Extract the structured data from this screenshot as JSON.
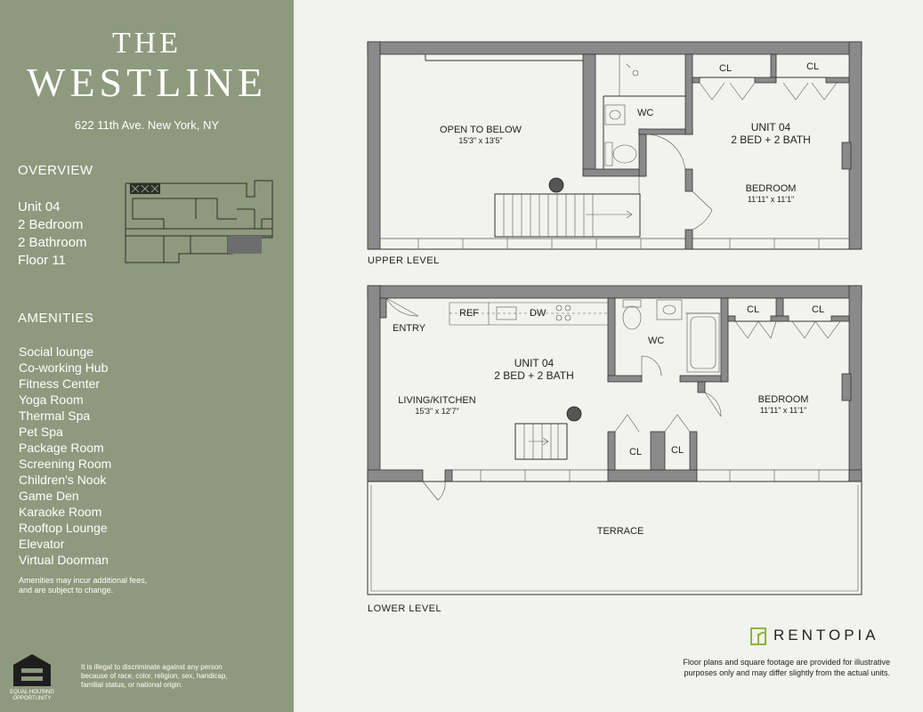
{
  "brand": {
    "the": "THE",
    "name": "WESTLINE",
    "address": "622 11th Ave. New York, NY"
  },
  "overview": {
    "title": "OVERVIEW",
    "lines": [
      "Unit 04",
      "2 Bedroom",
      "2 Bathroom",
      "Floor 11"
    ]
  },
  "amenities": {
    "title": "AMENITIES",
    "items": [
      "Social lounge",
      "Co-working Hub",
      "Fitness Center",
      "Yoga Room",
      "Thermal Spa",
      "Pet Spa",
      "Package Room",
      "Screening Room",
      "Children's Nook",
      "Game Den",
      "Karaoke Room",
      "Rooftop Lounge",
      "Elevator",
      "Virtual Doorman"
    ],
    "note": [
      "Amenities may incur additional fees,",
      "and are subject to change."
    ]
  },
  "equal_housing": {
    "caption": [
      "EQUAL HOUSING",
      "OPPORTUNITY"
    ],
    "legal": "It is illegal to discriminate against any person because of race, color, religion, sex, handicap, familial status, or national origin."
  },
  "upper_level": {
    "label": "UPPER LEVEL",
    "open_to_below": {
      "name": "OPEN TO BELOW",
      "dim": "15'3\" x 13'5\""
    },
    "wc": "WC",
    "closets": [
      "CL",
      "CL"
    ],
    "unit": {
      "line1": "UNIT 04",
      "line2": "2 BED + 2 BATH"
    },
    "bedroom": {
      "name": "BEDROOM",
      "dim": "11'11\" x 11'1\""
    }
  },
  "lower_level": {
    "label": "LOWER LEVEL",
    "entry": "ENTRY",
    "ref": "REF",
    "dw": "DW",
    "wc": "WC",
    "closets": [
      "CL",
      "CL",
      "CL",
      "CL"
    ],
    "unit": {
      "line1": "UNIT 04",
      "line2": "2 BED + 2 BATH"
    },
    "living": {
      "name": "LIVING/KITCHEN",
      "dim": "15'3\" x 12'7\""
    },
    "bedroom": {
      "name": "BEDROOM",
      "dim": "11'11\" x 11'1\""
    },
    "terrace": "TERRACE"
  },
  "footer": {
    "logo": "RENTOPIA",
    "disclaimer": [
      "Floor plans and square footage are provided for illustrative",
      "purposes only and may differ slightly from the actual units."
    ]
  },
  "colors": {
    "sidebar": "#8d9a7d",
    "wall": "#8a8a8a",
    "background": "#f2f2ef",
    "logo": "#8ab43c"
  }
}
